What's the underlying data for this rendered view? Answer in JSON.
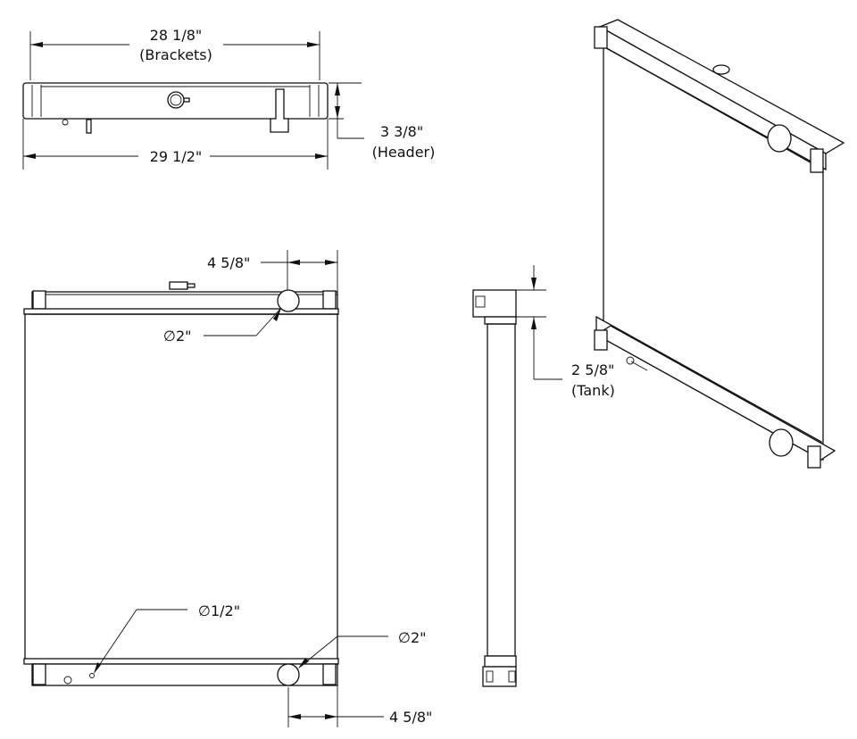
{
  "top_view": {
    "brackets_dim": "28 1/8\"",
    "brackets_label": "(Brackets)",
    "overall_dim": "29 1/2\"",
    "header_dim": "3 3/8\"",
    "header_label": "(Header)"
  },
  "front_view": {
    "top_outlet_offset": "4 5/8\"",
    "top_outlet_diameter": "∅2\"",
    "drain_diameter": "∅1/2\"",
    "bottom_outlet_diameter": "∅2\"",
    "bottom_outlet_offset": "4 5/8\""
  },
  "side_view": {
    "tank_dim": "2 5/8\"",
    "tank_label": "(Tank)"
  }
}
